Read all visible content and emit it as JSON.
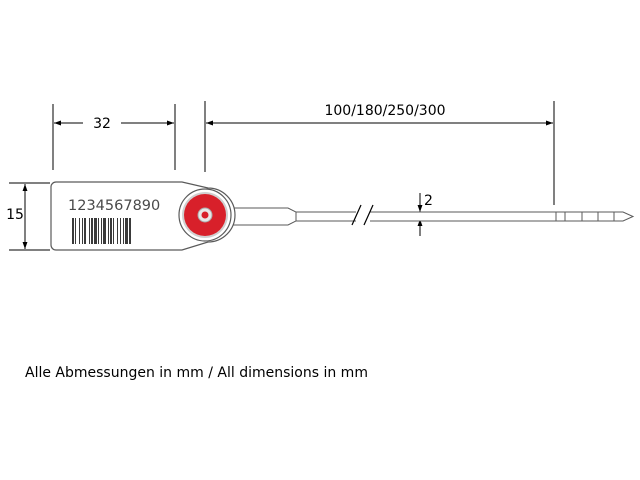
{
  "dimensions": {
    "tag_length": "32",
    "tag_height": "15",
    "strap_length": "100/180/250/300",
    "strap_diameter": "2"
  },
  "tag": {
    "serial_number": "1234567890"
  },
  "caption": "Alle Abmessungen in mm / All dimensions in mm",
  "colors": {
    "outline": "#5a5a5a",
    "seal_red": "#d8202a",
    "seal_ring": "#d0d0d0",
    "barcode": "#3a3a3a"
  }
}
